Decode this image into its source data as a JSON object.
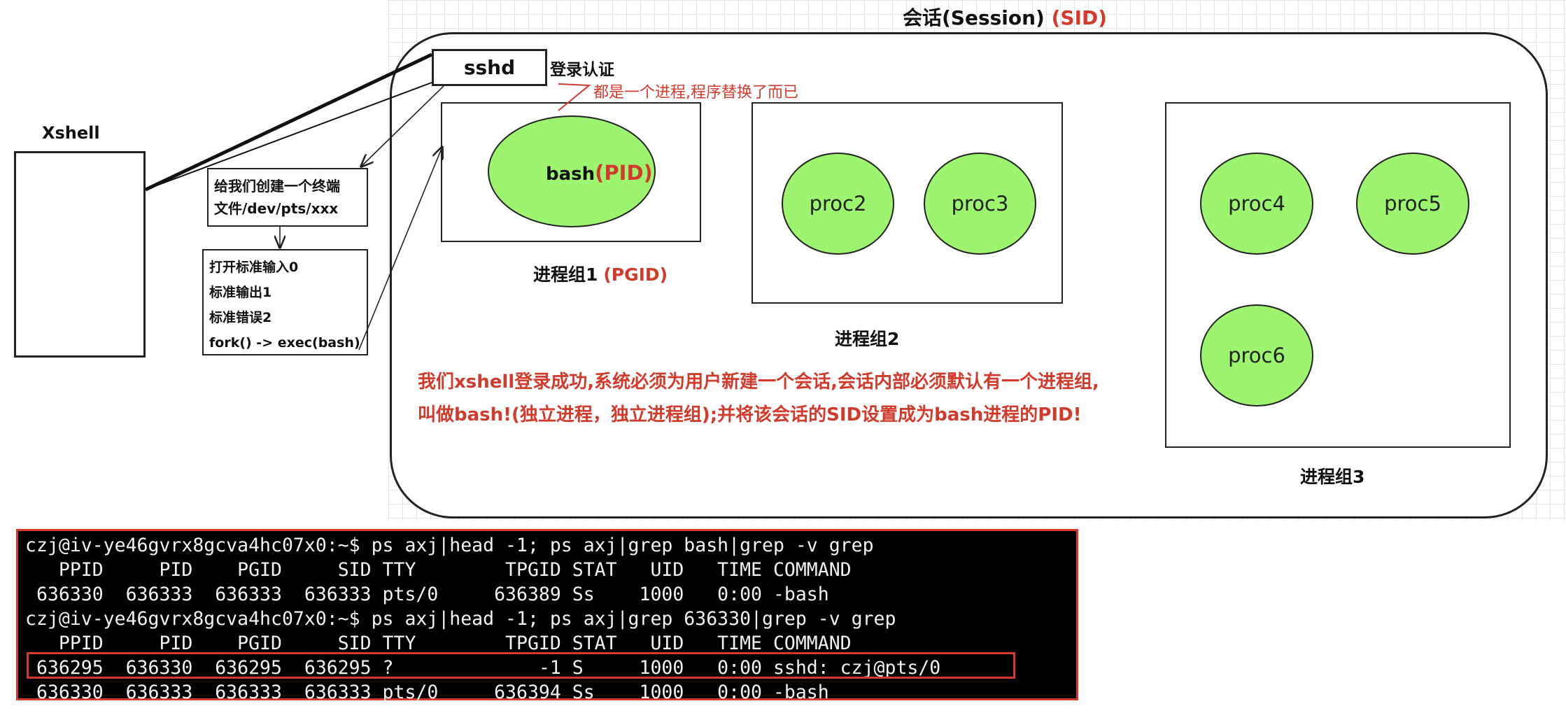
{
  "session_title": {
    "text": "会话(Session)",
    "sid": "(SID)"
  },
  "xshell": {
    "label": "Xshell"
  },
  "sshd": {
    "label": "sshd",
    "auth_label": "登录认证",
    "note": "都是一个进程,程序替换了而已"
  },
  "terminal_box": {
    "line1": "给我们创建一个终端",
    "line2": "文件/dev/pts/xxx"
  },
  "stdio_box": {
    "line1": "打开标准输入0",
    "line2": "标准输出1",
    "line3": "标准错误2",
    "line4": "fork() -> exec(bash)"
  },
  "groups": {
    "g1": {
      "label": "进程组1",
      "tag": "(PGID)",
      "bash": "bash",
      "bash_tag": "(PID)"
    },
    "g2": {
      "label": "进程组2",
      "procs": [
        "proc2",
        "proc3"
      ]
    },
    "g3": {
      "label": "进程组3",
      "procs": [
        "proc4",
        "proc5",
        "proc6"
      ]
    }
  },
  "explanation": {
    "line1": "我们xshell登录成功,系统必须为用户新建一个会话,会话内部必须默认有一个进程组,",
    "line2": "叫做bash!(独立进程，独立进程组);并将该会话的SID设置成为bash进程的PID!"
  },
  "terminal_output": {
    "lines": [
      "czj@iv-ye46gvrx8gcva4hc07x0:~$ ps axj|head -1; ps axj|grep bash|grep -v grep",
      "   PPID     PID    PGID     SID TTY        TPGID STAT   UID   TIME COMMAND",
      " 636330  636333  636333  636333 pts/0     636389 Ss    1000   0:00 -bash",
      "czj@iv-ye46gvrx8gcva4hc07x0:~$ ps axj|head -1; ps axj|grep 636330|grep -v grep",
      "   PPID     PID    PGID     SID TTY        TPGID STAT   UID   TIME COMMAND",
      " 636295  636330  636295  636295 ?             -1 S     1000   0:00 sshd: czj@pts/0",
      " 636330  636333  636333  636333 pts/0     636394 Ss    1000   0:00 -bash"
    ]
  },
  "colors": {
    "accent_red": "#d23a2c",
    "process_green": "#9df56f"
  }
}
